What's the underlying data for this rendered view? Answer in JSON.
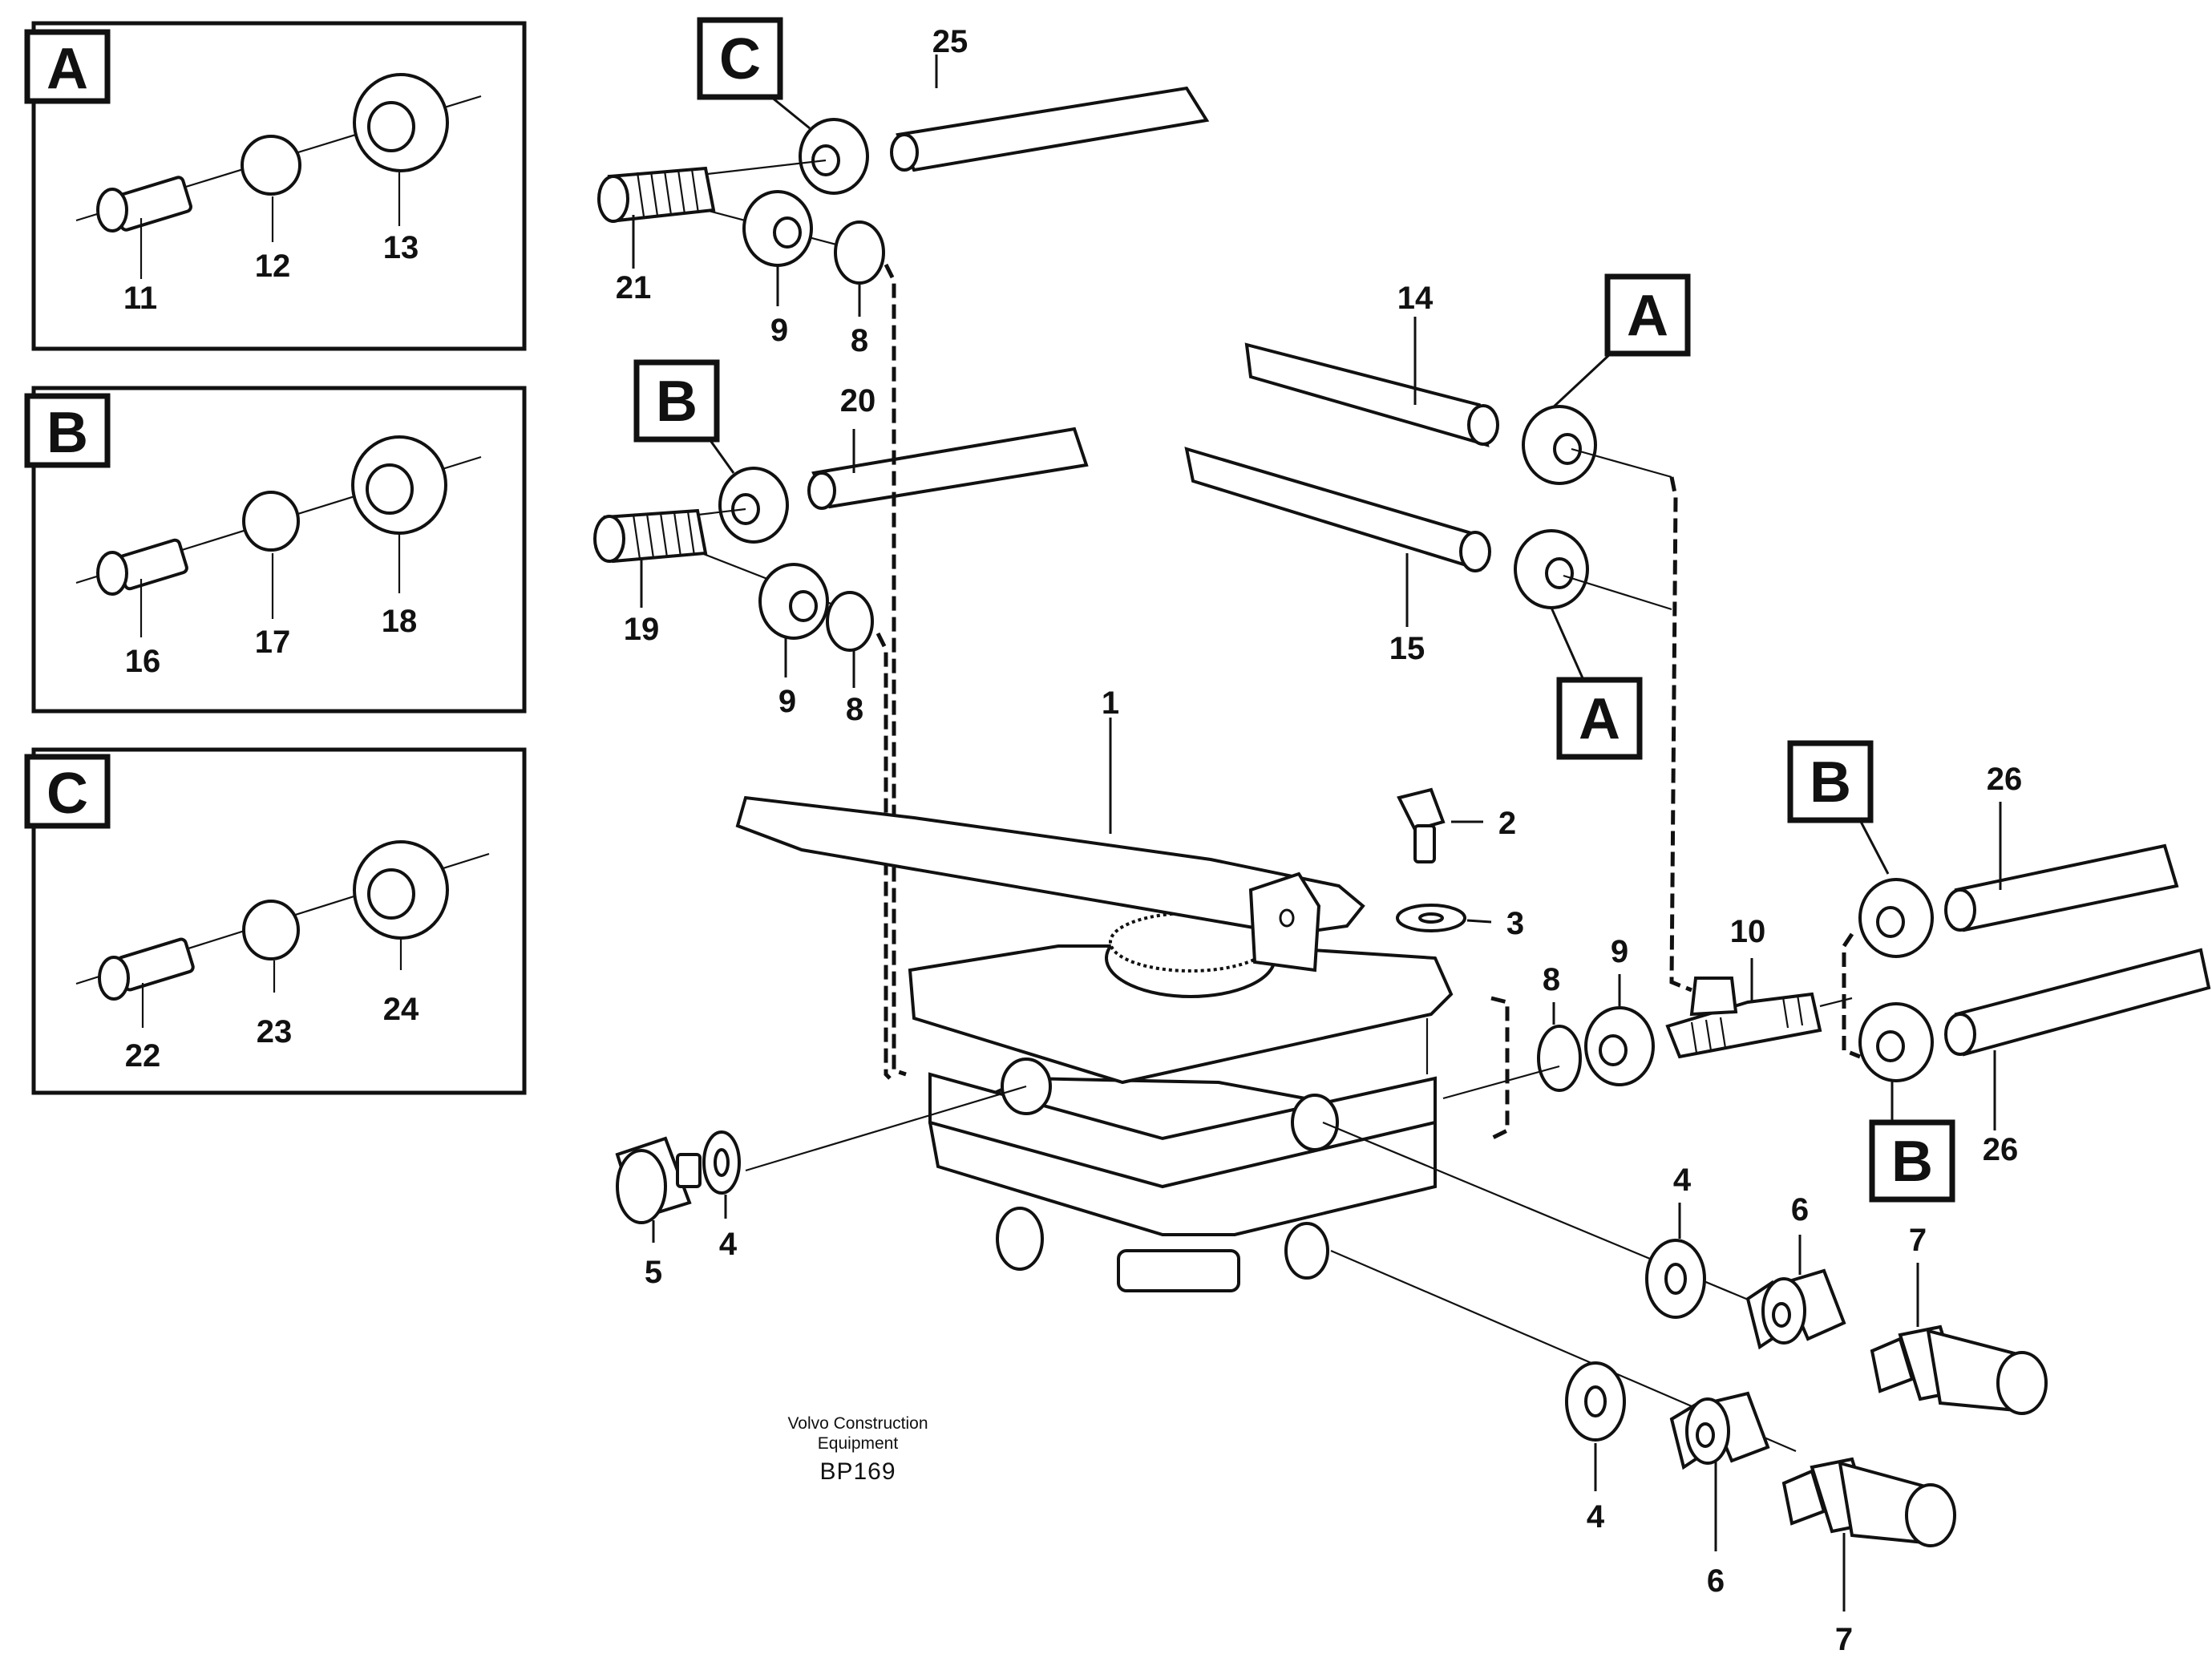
{
  "detail_boxes": [
    {
      "letter": "A",
      "labels": [
        "11",
        "12",
        "13"
      ]
    },
    {
      "letter": "B",
      "labels": [
        "16",
        "17",
        "18"
      ]
    },
    {
      "letter": "C",
      "labels": [
        "22",
        "23",
        "24"
      ]
    }
  ],
  "callout_tags": {
    "c_top": "C",
    "b_upper": "B",
    "a_upper": "A",
    "a_lower": "A",
    "b_right_upper": "B",
    "b_right_lower": "B"
  },
  "part_labels": {
    "p25": "25",
    "p21": "21",
    "p9a": "9",
    "p8a": "8",
    "p20": "20",
    "p19": "19",
    "p9b": "9",
    "p8b": "8",
    "p14": "14",
    "p15": "15",
    "p1": "1",
    "p2": "2",
    "p3": "3",
    "p8c": "8",
    "p9c": "9",
    "p10": "10",
    "p26a": "26",
    "p26b": "26",
    "p5": "5",
    "p4a": "4",
    "p4b": "4",
    "p4c": "4",
    "p6a": "6",
    "p6b": "6",
    "p7a": "7",
    "p7b": "7"
  },
  "credit": {
    "line1": "Volvo Construction",
    "line2": "Equipment",
    "code": "BP169"
  }
}
